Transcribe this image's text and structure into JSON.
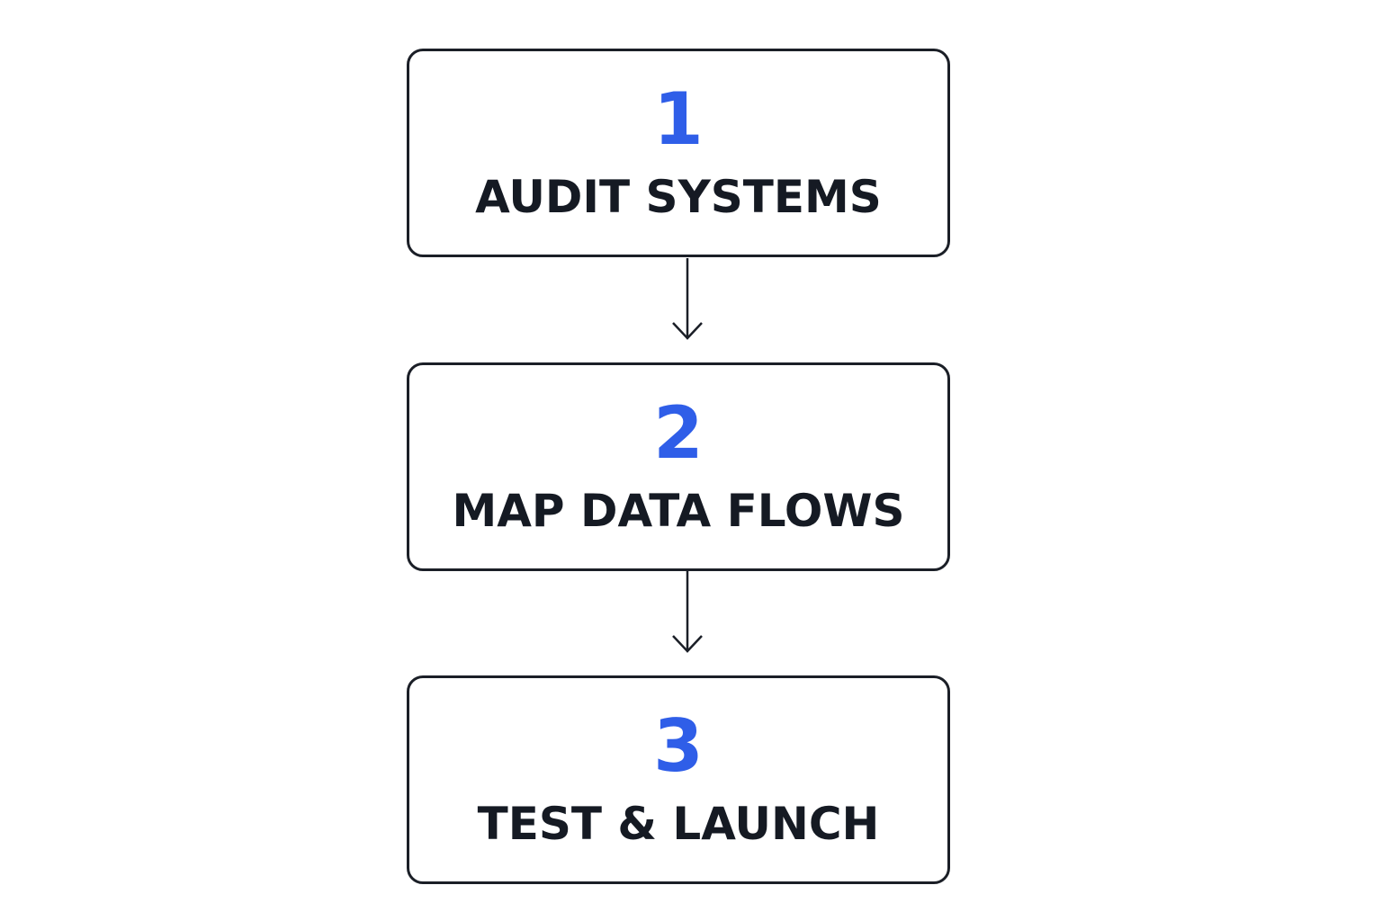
{
  "steps": [
    {
      "number": "1",
      "label": "AUDIT SYSTEMS"
    },
    {
      "number": "2",
      "label": "MAP DATA FLOWS"
    },
    {
      "number": "3",
      "label": "TEST & LAUNCH"
    }
  ],
  "colors": {
    "number": "#2f5ee8",
    "label": "#151a23",
    "border": "#1b1f27",
    "arrow": "#1b1f27",
    "background": "#ffffff"
  },
  "icons": {
    "connector": "arrow-down-icon"
  }
}
